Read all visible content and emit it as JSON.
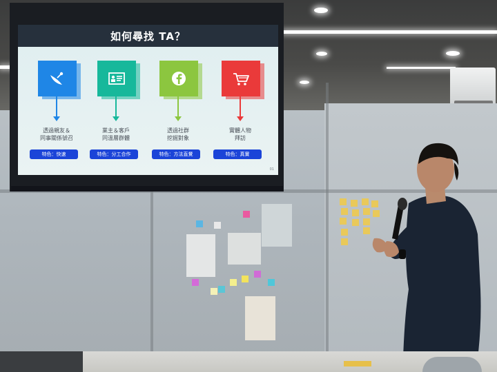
{
  "slide": {
    "title": "如何尋找 TA？",
    "page_number": "01",
    "columns": [
      {
        "icon": "satellite-dish-icon",
        "color": "#1f86e6",
        "line1": "透過親友＆",
        "line2": "同事關係號召",
        "badge": "特色：快速"
      },
      {
        "icon": "id-card-icon",
        "color": "#17b89b",
        "line1": "業主＆客戶",
        "line2": "同溫層群體",
        "badge": "特色：分工合作"
      },
      {
        "icon": "facebook-icon",
        "color": "#8cc63f",
        "line1": "透過社群",
        "line2": "挖掘對象",
        "badge": "特色：方法直覺"
      },
      {
        "icon": "shopping-cart-icon",
        "color": "#ea3a3a",
        "line1": "實體人物",
        "line2": "拜訪",
        "badge": "特色：真實"
      }
    ]
  }
}
